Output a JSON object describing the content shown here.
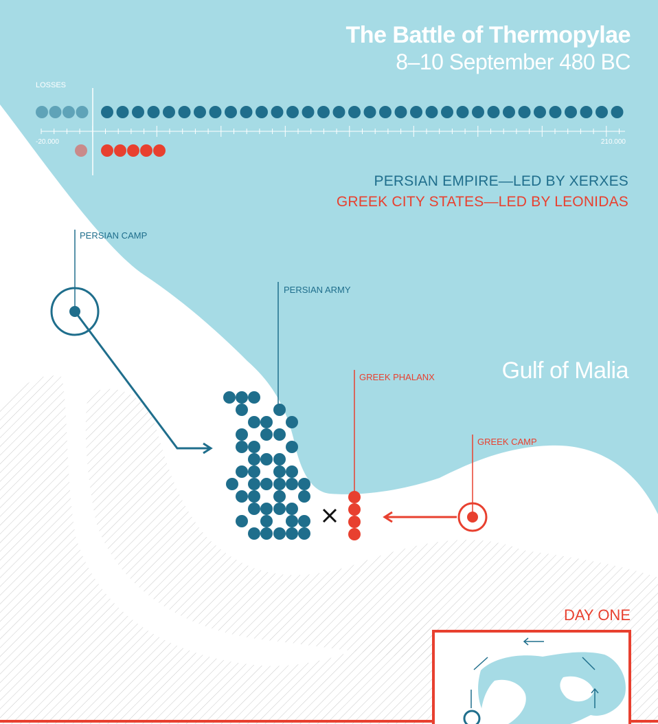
{
  "header": {
    "title": "The Battle of Thermopylae",
    "subtitle": "8–10 September 480 BC"
  },
  "losses": {
    "label": "LOSSES",
    "scale_min": "-20.000",
    "scale_max": "210.000",
    "persian_dots_negative": 4,
    "persian_dots": 34,
    "greek_dots_negative": 1,
    "greek_dots": 5
  },
  "legend": {
    "persian": "PERSIAN EMPIRE—LED BY XERXES",
    "greek": "GREEK CITY STATES—LED BY LEONIDAS"
  },
  "map": {
    "gulf_label": "Gulf of Malia",
    "persian_camp": "PERSIAN CAMP",
    "persian_army": "PERSIAN ARMY",
    "greek_phalanx": "GREEK PHALANX",
    "greek_camp": "GREEK CAMP"
  },
  "inset": {
    "day_label": "DAY ONE"
  },
  "colors": {
    "sea": "#a6dbe5",
    "persian": "#1f6e8c",
    "greek": "#e8402f"
  }
}
